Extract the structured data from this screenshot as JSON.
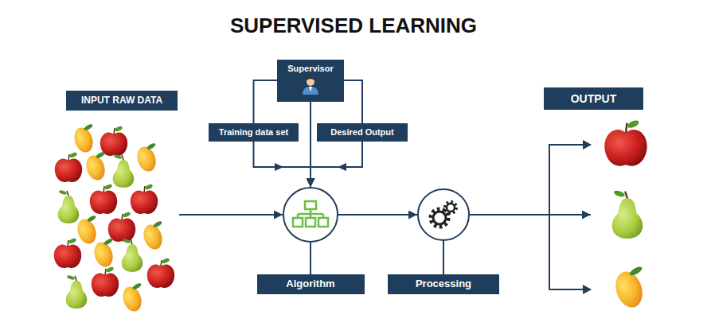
{
  "diagram": {
    "title": "SUPERVISED LEARNING",
    "nodes": [
      {
        "text": [
          "Supervisor"
        ]
      },
      {
        "text": [
          "INPUT RAW DATA"
        ]
      },
      {
        "text": [
          "OUTPUT"
        ]
      },
      {
        "text": [
          "Training data set"
        ]
      },
      {
        "text": [
          "Desired Output"
        ]
      },
      {
        "text": [
          "Algorithm"
        ]
      },
      {
        "text": [
          "Processing"
        ]
      }
    ],
    "edges": [
      {
        "from": 0,
        "to": 3,
        "arrow": "none"
      },
      {
        "from": 0,
        "to": 4,
        "arrow": "none"
      },
      {
        "from": 3,
        "to": 5,
        "arrow": "to"
      },
      {
        "from": 4,
        "to": 5,
        "arrow": "to"
      },
      {
        "from": 0,
        "to": 5,
        "arrow": "to"
      },
      {
        "from": 1,
        "to": 5,
        "arrow": "to"
      },
      {
        "from": 5,
        "to": 6,
        "arrow": "to"
      },
      {
        "from": 6,
        "to": 2,
        "arrow": "to"
      }
    ]
  }
}
